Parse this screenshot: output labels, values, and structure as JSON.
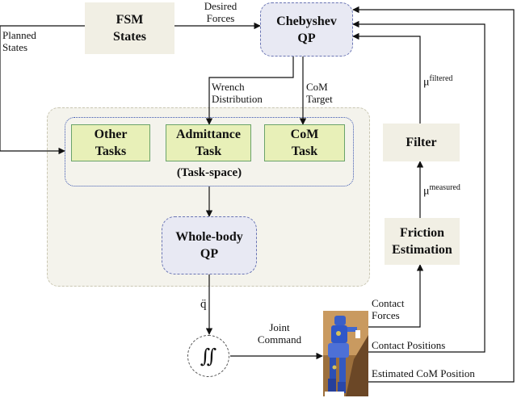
{
  "boxes": {
    "fsm": "FSM States",
    "chebyshev": "Chebyshev QP",
    "other_tasks": "Other Tasks",
    "admittance_task": "Admittance Task",
    "com_task": "CoM Task",
    "task_space": "(Task-space)",
    "whole_body": "Whole-body QP",
    "filter": "Filter",
    "friction": "Friction Estimation",
    "integrator": "∬"
  },
  "labels": {
    "desired_forces": "Desired Forces",
    "planned_states": "Planned States",
    "wrench_distribution": "Wrench Distribution",
    "com_target": "CoM Target",
    "mu_filtered_base": "μ",
    "mu_filtered_sup": "filtered",
    "mu_measured_base": "μ",
    "mu_measured_sup": "measured",
    "qddot": "q̈",
    "joint_command": "Joint Command",
    "contact_forces": "Contact Forces",
    "contact_positions": "Contact Positions",
    "estimated_com": "Estimated CoM Position"
  },
  "colors": {
    "line": "#111111",
    "beige_box": "#f1efe4",
    "blue_dashed": "#6a75b4",
    "task_green_fill": "#e8f0b8",
    "task_green_border": "#6aa36a"
  }
}
